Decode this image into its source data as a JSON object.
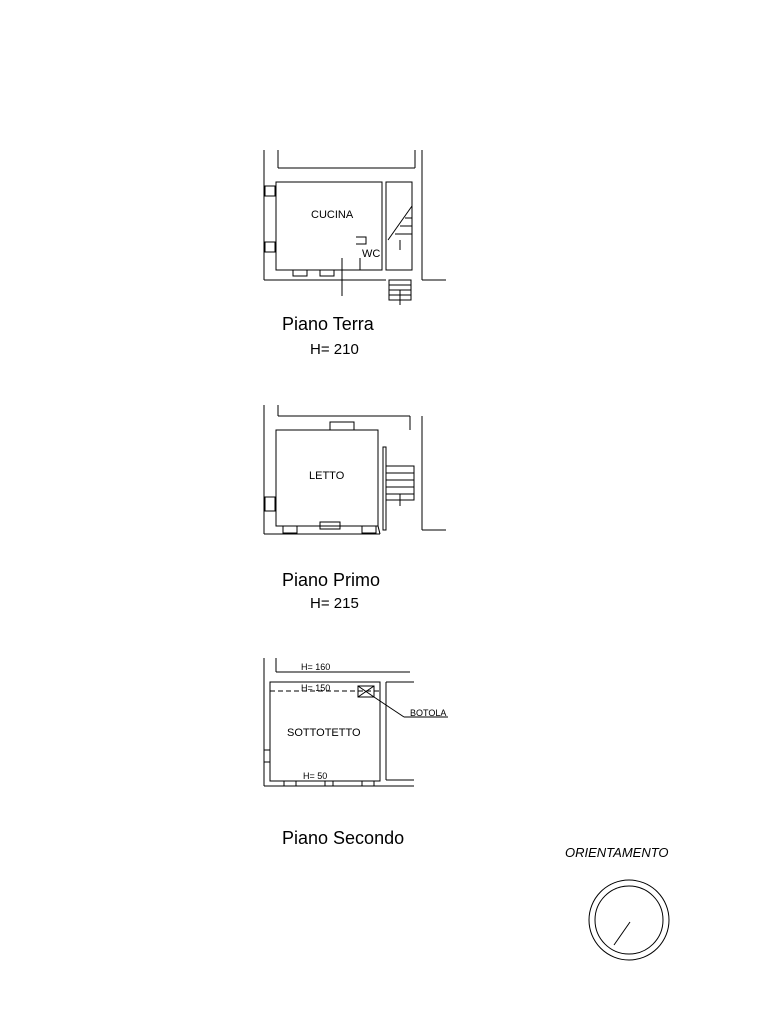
{
  "floors": [
    {
      "caption": "Piano Terra",
      "height_label": "H= 210",
      "rooms": [
        "CUCINA",
        "WC"
      ]
    },
    {
      "caption": "Piano Primo",
      "height_label": "H= 215",
      "rooms": [
        "LETTO"
      ]
    },
    {
      "caption": "Piano Secondo",
      "rooms": [
        "SOTTOTETTO"
      ],
      "annotations": [
        "H= 160",
        "H= 150",
        "H= 50",
        "BOTOLA"
      ]
    }
  ],
  "orientation": {
    "label": "ORIENTAMENTO"
  }
}
